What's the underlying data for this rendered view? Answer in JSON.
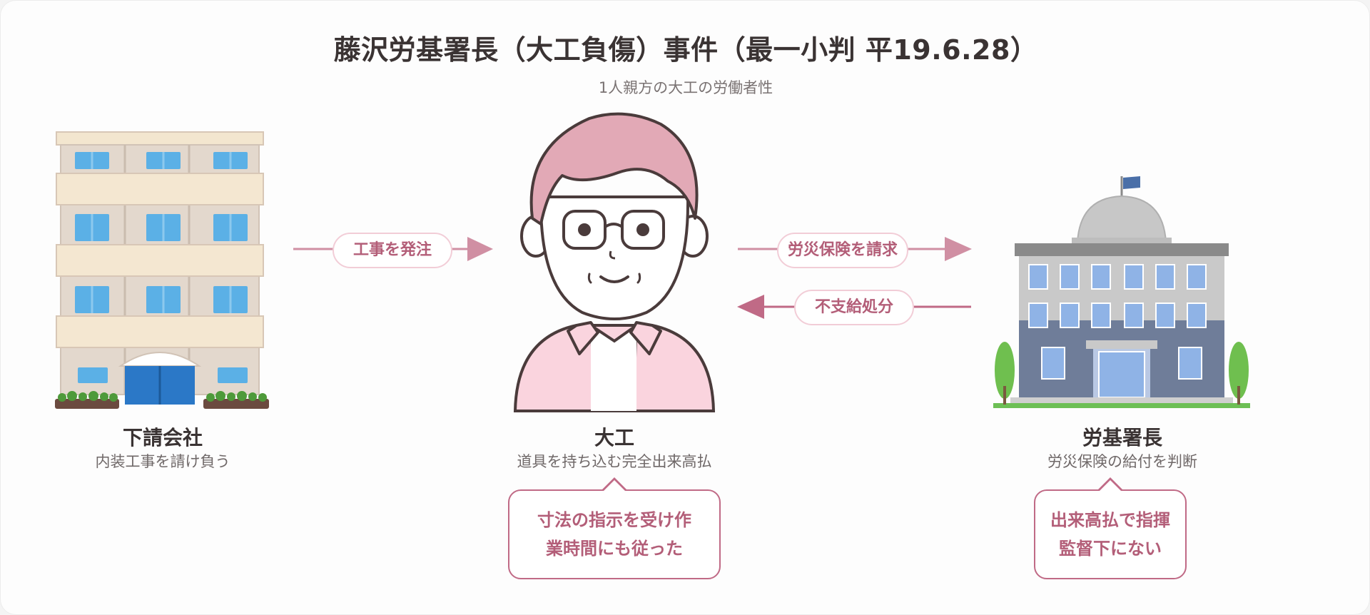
{
  "header": {
    "title": "藤沢労基署長（大工負傷）事件（最一小判 平19.6.28）",
    "subtitle": "1人親方の大工の労働者性"
  },
  "parties": {
    "subcontractor": {
      "name": "下請会社",
      "desc": "内装工事を請け負う",
      "icon": "apartment-building-icon"
    },
    "carpenter": {
      "name": "大工",
      "desc": "道具を持ち込む完全出来高払",
      "icon": "carpenter-person-icon"
    },
    "office": {
      "name": "労基署長",
      "desc": "労災保険の給付を判断",
      "icon": "government-office-icon"
    }
  },
  "arrows": {
    "order": "工事を発注",
    "claim": "労災保険を請求",
    "denial": "不支給処分"
  },
  "notes": {
    "carpenter": [
      "寸法の指示を受け作",
      "業時間にも従った"
    ],
    "office": [
      "出来高払で指揮",
      "監督下にない"
    ]
  },
  "colors": {
    "accent": "#b35e78",
    "arrow_right": "#d08fa3",
    "arrow_left": "#c06a86",
    "hair": "#e2a9b6",
    "shirt": "#fad4de"
  }
}
